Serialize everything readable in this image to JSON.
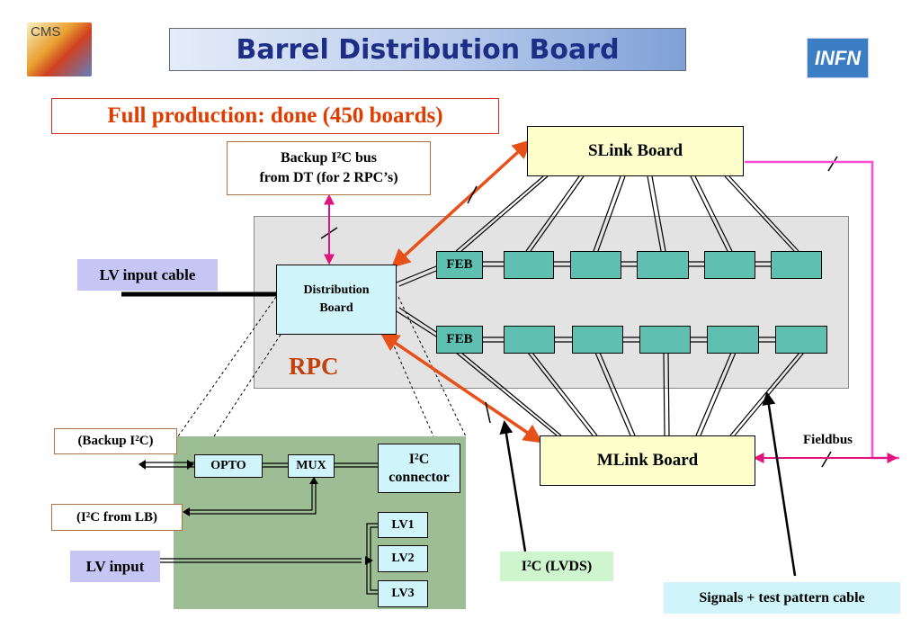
{
  "header": {
    "title": "Barrel Distribution Board",
    "cms_logo": "CMS",
    "infn_logo": "INFN"
  },
  "summary": "Full production: done (450 boards)",
  "labels": {
    "backup_bus_line1": "Backup I²C bus",
    "backup_bus_line2": "from DT (for 2 RPC’s)",
    "lv_input_cable": "LV input cable",
    "distribution_board_line1": "Distribution",
    "distribution_board_line2": "Board",
    "rpc": "RPC",
    "slink": "SLink Board",
    "mlink": "MLink Board",
    "feb": "FEB",
    "fieldbus": "Fieldbus",
    "backup_i2c": "(Backup I²C)",
    "i2c_from_lb": "(I²C from LB)",
    "lv_input": "LV input",
    "opto": "OPTO",
    "mux": "MUX",
    "i2c_connector_line1": "I²C",
    "i2c_connector_line2": "connector",
    "lv1": "LV1",
    "lv2": "LV2",
    "lv3": "LV3",
    "i2c_lvds": "I²C (LVDS)",
    "signals_cable": "Signals + test pattern cable"
  },
  "colors": {
    "title_bg_light": "#e4ecf8",
    "title_bg_dark": "#7ea0d6",
    "title_text": "#1d2e86",
    "summary_text": "#e03c00",
    "rpc_text": "#c2410c",
    "link_board_bg": "#ffffcc",
    "feb_bg": "#5fbfb0",
    "dist_board_bg": "#cff5fb",
    "rpc_bg": "#e3e3e3",
    "zoom_bg": "#9dbd94",
    "lavender_label": "#c6c6f4",
    "green_label": "#cff5cf",
    "cyan_label": "#cff5fb",
    "orange_arrow": "#e8501a",
    "magenta": "#e0147c",
    "fieldbus_line": "#ff4fd0"
  }
}
